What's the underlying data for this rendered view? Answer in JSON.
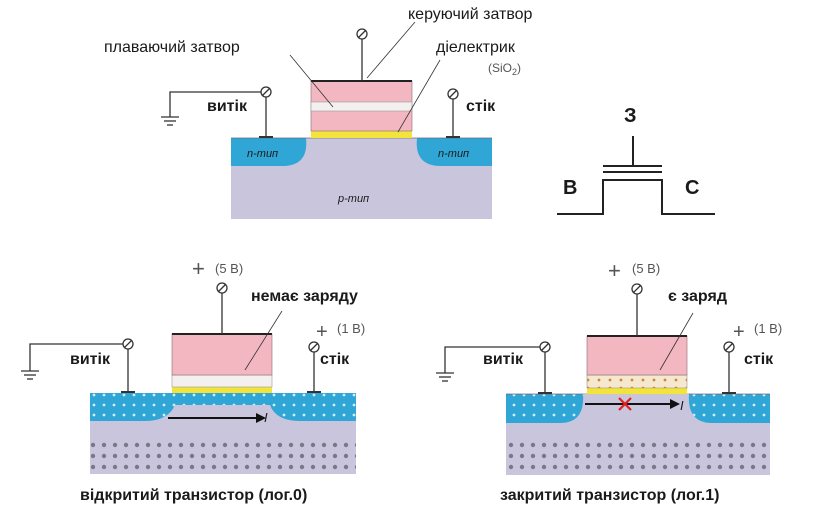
{
  "top": {
    "control_gate": "керуючий затвор",
    "floating_gate": "плаваючий затвор",
    "dielectric": "діелектрик",
    "dielectric_formula": "(SiO",
    "dielectric_formula_sub": "2",
    "dielectric_formula_end": ")",
    "source": "витік",
    "drain": "стік",
    "n_left": "n-тип",
    "n_right": "n-тип",
    "p_sub": "p-тип"
  },
  "symbol": {
    "gate": "З",
    "source": "В",
    "drain": "С"
  },
  "left": {
    "gate_voltage_sign": "+",
    "gate_voltage": "(5 В)",
    "charge_label": "немає заряду",
    "source": "витік",
    "drain_voltage_sign": "+",
    "drain_voltage": "(1 В)",
    "drain": "стік",
    "current": "I",
    "caption": "відкритий транзистор (лог.0)"
  },
  "right": {
    "gate_voltage_sign": "+",
    "gate_voltage": "(5 В)",
    "charge_label": "є заряд",
    "source": "витік",
    "drain_voltage_sign": "+",
    "drain_voltage": "(1 В)",
    "drain": "стік",
    "current": "I",
    "caption": "закритий транзистор (лог.1)"
  },
  "colors": {
    "substrate": "#c9c5dc",
    "n_region": "#2fa6d6",
    "gate_pink": "#f3b7c2",
    "dielectric_yellow": "#f2e43a"
  }
}
